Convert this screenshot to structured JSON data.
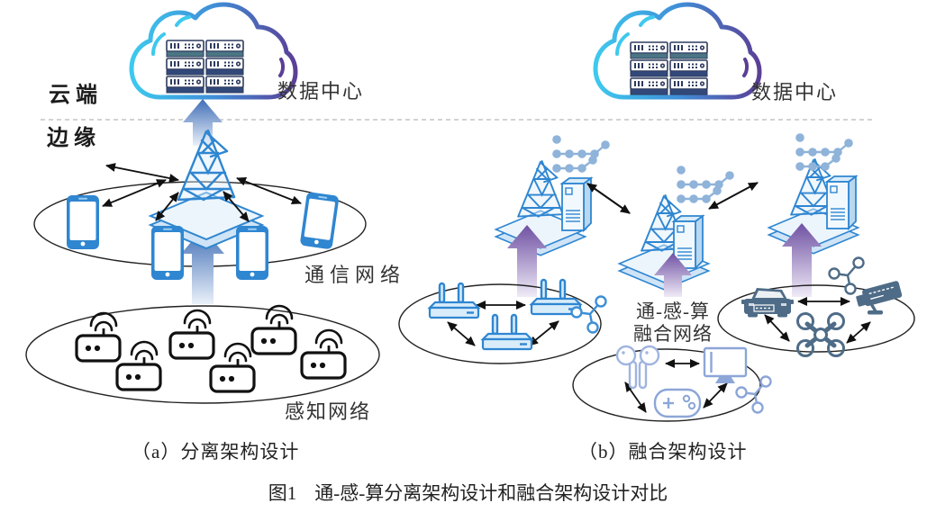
{
  "figure": {
    "regions": {
      "cloud_label": "云端",
      "edge_label": "边缘"
    },
    "panel_a": {
      "datacenter": "数据中心",
      "comm_network": "通信网络",
      "sensing_network": "感知网络",
      "caption": "（a）分离架构设计"
    },
    "panel_b": {
      "datacenter": "数据中心",
      "fused_line1": "通-感-算",
      "fused_line2": "融合网络",
      "caption": "（b）融合架构设计"
    },
    "main_caption": {
      "number": "图1",
      "title": "通-感-算分离架构设计和融合架构设计对比"
    },
    "colors": {
      "cloud_gradient_start": "#3ec9ee",
      "cloud_gradient_mid": "#3f8fd8",
      "cloud_gradient_end": "#5b3f96",
      "tower_blue": "#2f86d1",
      "platform_fill": "#ecf5fc",
      "sensor_outline": "#111111",
      "phone_blue": "#2f86d1",
      "router_blue": "#2f86d1",
      "consumer_device_blue": "#93abdd",
      "vehicle_device_blue": "#4e6c87",
      "data_dots_blue": "#8fb3d9",
      "blue_arrow_top": "#3f6db6",
      "purple_arrow_top": "#6f51a3",
      "server_navy": "#31497a",
      "server_teal": "#4b7584",
      "ellipse_stroke": "#222222",
      "separator_gray": "#b9b9b9"
    }
  }
}
